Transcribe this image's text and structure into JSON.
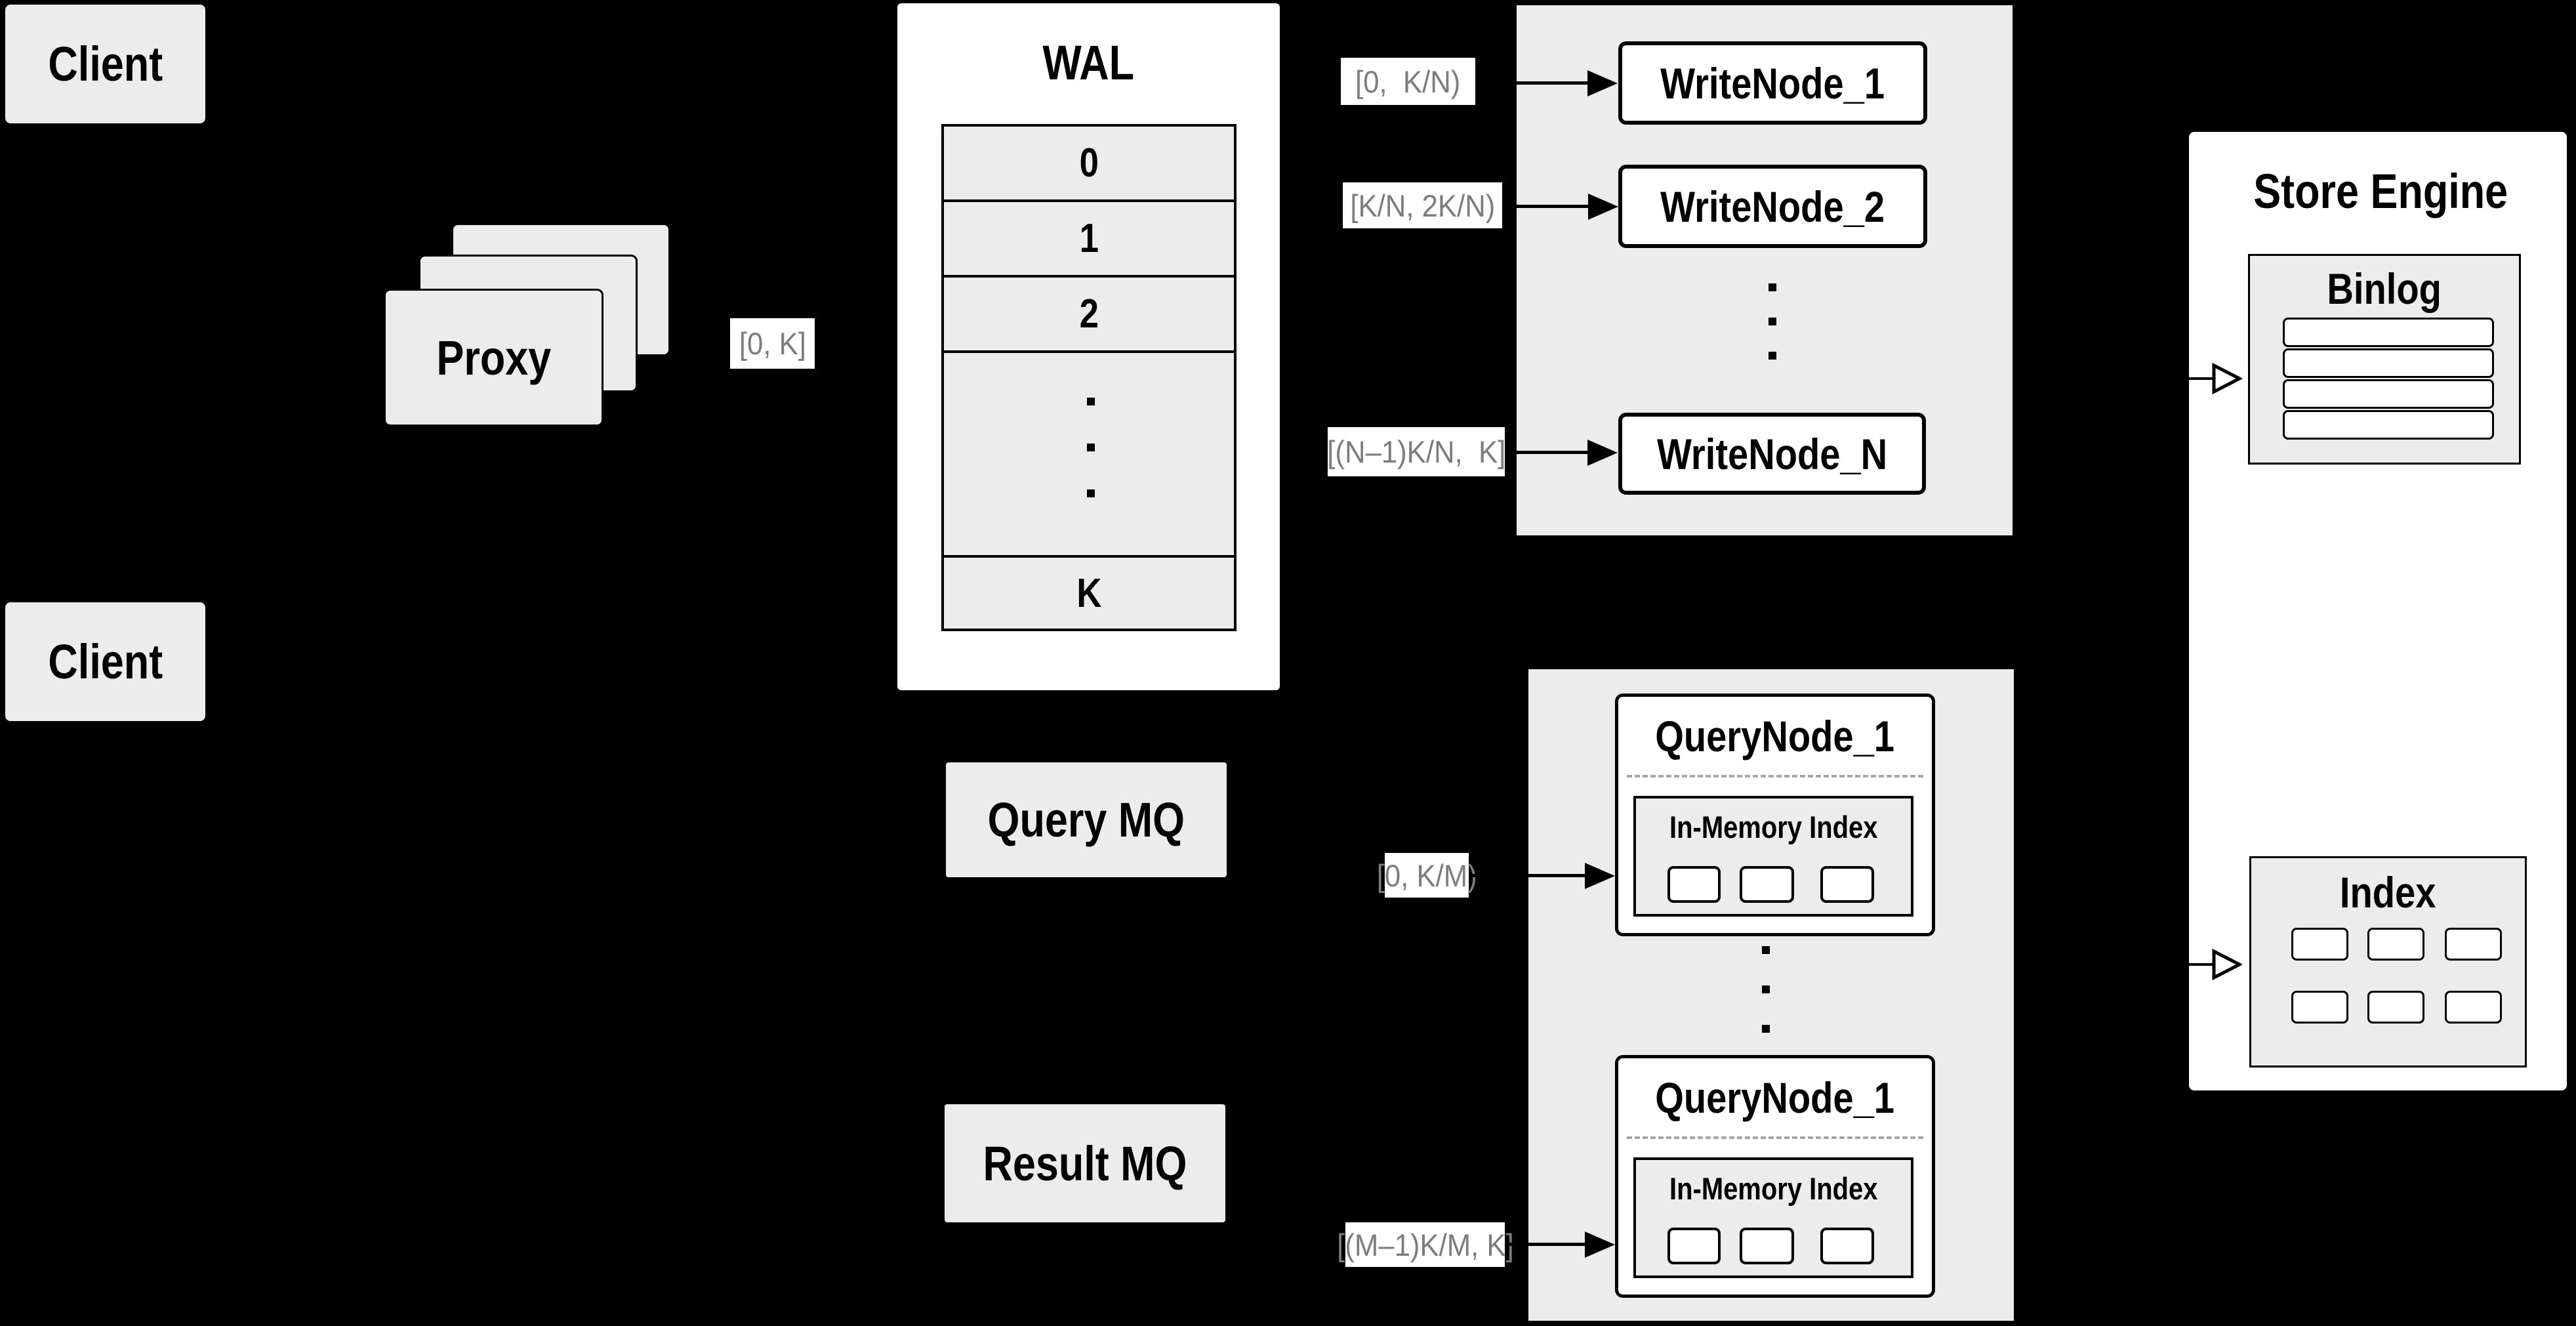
{
  "diagram": {
    "clients": {
      "top": "Client",
      "bottom": "Client"
    },
    "proxy": {
      "label": "Proxy"
    },
    "proxy_to_wal_label": "[0, K]",
    "wal": {
      "title": "WAL",
      "rows": [
        "0",
        "1",
        "2"
      ],
      "last_row": "K"
    },
    "write_section": {
      "labels": [
        "[0,  K/N)",
        "[K/N, 2K/N)",
        "[(N–1)K/N,  K]"
      ],
      "nodes": [
        "WriteNode_1",
        "WriteNode_2",
        "WriteNode_N"
      ]
    },
    "query_mq": "Query MQ",
    "result_mq": "Result MQ",
    "query_section": {
      "labels": [
        "[0, K/M)",
        "[(M–1)K/M, K]"
      ],
      "nodes": [
        {
          "title": "QueryNode_1",
          "inner_title": "In-Memory Index"
        },
        {
          "title": "QueryNode_1",
          "inner_title": "In-Memory Index"
        }
      ]
    },
    "store_engine": {
      "title": "Store Engine",
      "binlog_title": "Binlog",
      "index_title": "Index"
    },
    "colors": {
      "background": "#000000",
      "box_gray": "#ececec",
      "white": "#ffffff",
      "border": "#000000",
      "label_text": "#7d7d7d",
      "dash_gray": "#a6a6a6"
    }
  }
}
